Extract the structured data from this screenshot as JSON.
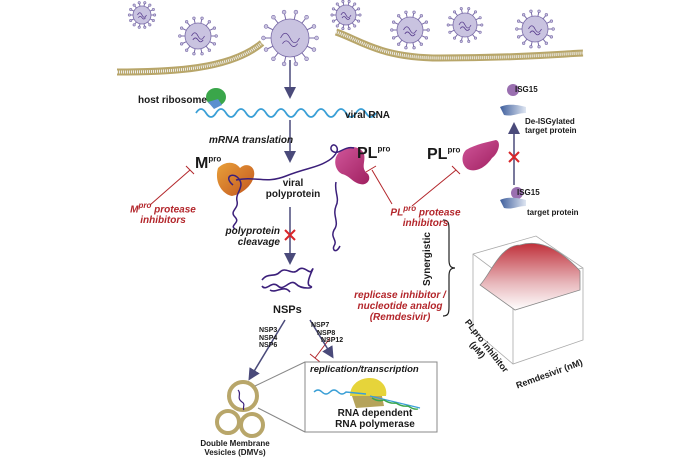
{
  "labels": {
    "host_ribosome": "host ribosome",
    "viral_rna": "viral RNA",
    "mrna_translation": "mRNA translation",
    "mpro_main": "M",
    "mpro_sup": "pro",
    "plpro_main": "PL",
    "plpro_sup": "pro",
    "viral_polyprotein_1": "viral",
    "viral_polyprotein_2": "polyprotein",
    "polyprotein_cleavage_1": "polyprotein",
    "polyprotein_cleavage_2": "cleavage",
    "mpro_inhib_main": "M",
    "mpro_inhib_sup": "pro",
    "mpro_inhib_rest": " protease",
    "mpro_inhib_2": "inhibitors",
    "plpro_inhib_main": "PL",
    "plpro_inhib_sup": "pro",
    "plpro_inhib_rest": " protease",
    "plpro_inhib_2": "inhibitors",
    "plpro_right_main": "PL",
    "plpro_right_sup": "pro",
    "isg15_top": "ISG15",
    "de_isgylated_1": "De-ISGylated",
    "de_isgylated_2": "target protein",
    "isg15_bottom": "ISG15",
    "target_protein": "target protein",
    "synergistic": "Synergistic",
    "nsps": "NSPs",
    "nsp_left": [
      "NSP3",
      "NSP4",
      "NSP6"
    ],
    "nsp_right": [
      "NSP7",
      "NSP8",
      "NSP12"
    ],
    "replicase_1": "replicase inhibitor /",
    "replicase_2": "nucleotide analog",
    "replicase_3": "(Remdesivir)",
    "replication": "replication/transcription",
    "rdrp_1": "RNA dependent",
    "rdrp_2": "RNA polymerase",
    "dmv_1": "Double Membrane",
    "dmv_2": "Vesicles (DMVs)",
    "axis_x": "Remdesivir (nM)",
    "axis_y1": "PLpro inhibitor",
    "axis_y2": "(µM)"
  },
  "colors": {
    "virus": "#c9c3e0",
    "virus_outline": "#7a6ca8",
    "membrane": "#b8a66a",
    "rna": "#3a9fd6",
    "arrow": "#4a4a7a",
    "polyprotein": "#3b1f7a",
    "mpro": "#d9862a",
    "plpro": "#c0397a",
    "inhibitor_red": "#b3262b",
    "isg15": "#9a6fb0",
    "target": "#4b6fa8",
    "ribosome_green": "#3aa64a",
    "polymerase_yellow": "#e6d43a",
    "surface_red": "#c0303a"
  }
}
